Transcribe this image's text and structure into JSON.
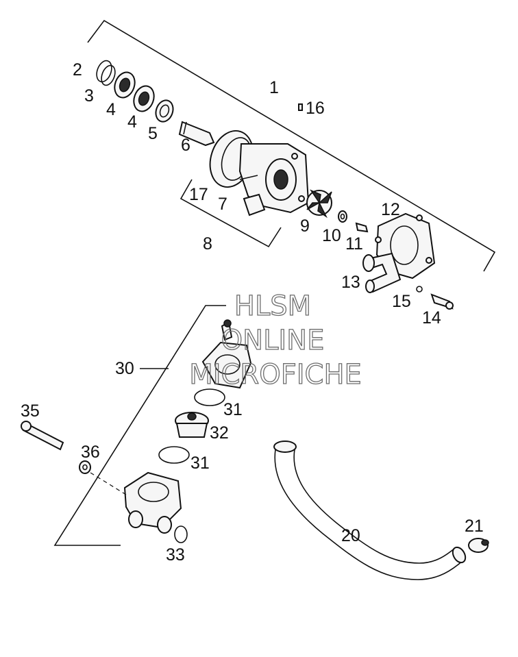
{
  "watermark": {
    "line1": "HLSM",
    "line2": "ONLINE",
    "line3": "MICROFICHE"
  },
  "callouts": {
    "c1": "1",
    "c2": "2",
    "c3": "3",
    "c4a": "4",
    "c4b": "4",
    "c5": "5",
    "c6": "6",
    "c7": "7",
    "c8": "8",
    "c9": "9",
    "c10": "10",
    "c11": "11",
    "c12": "12",
    "c13": "13",
    "c14": "14",
    "c15": "15",
    "c16": "16",
    "c17": "17",
    "c20": "20",
    "c21": "21",
    "c30": "30",
    "c31a": "31",
    "c31b": "31",
    "c32": "32",
    "c33": "33",
    "c35": "35",
    "c36": "36"
  }
}
